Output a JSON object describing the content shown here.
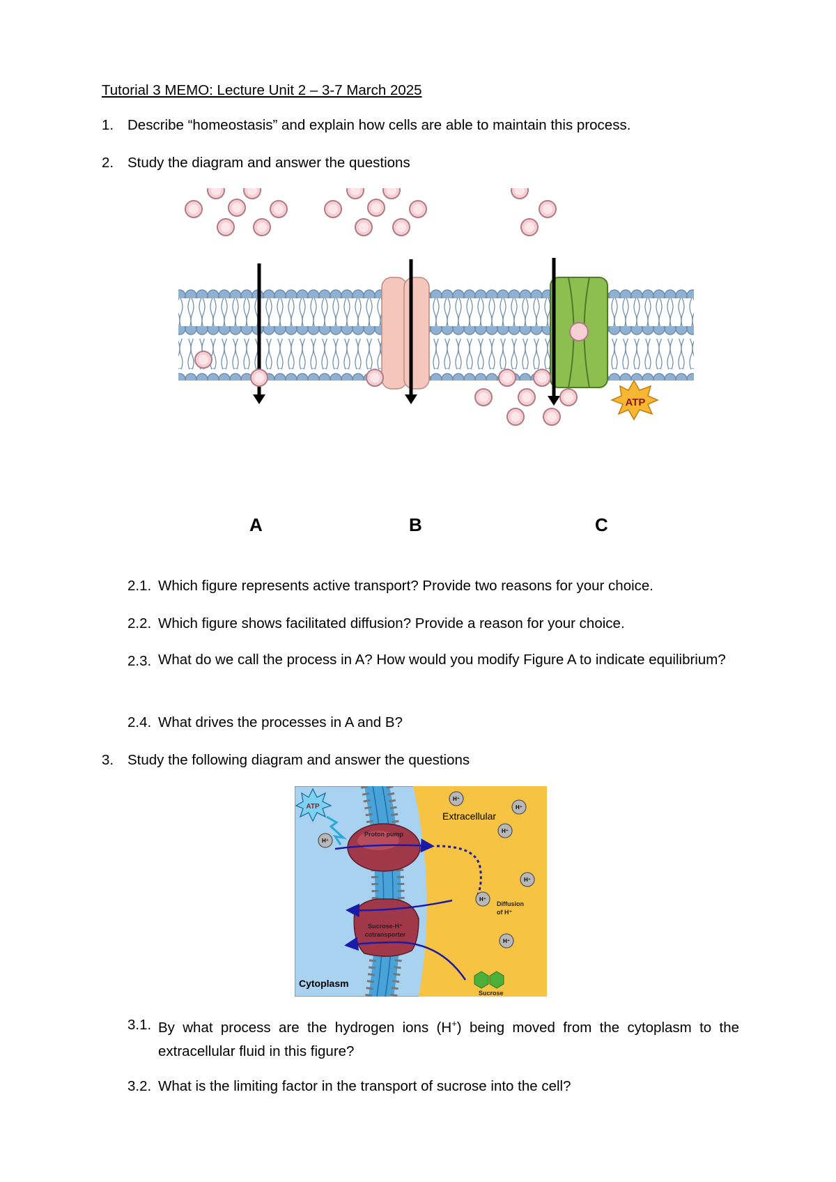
{
  "title": "Tutorial 3 MEMO: Lecture Unit 2 – 3-7 March 2025",
  "questions": [
    {
      "num": "1.",
      "text": "Describe “homeostasis” and explain how cells are able to maintain this process."
    },
    {
      "num": "2.",
      "text": "Study the diagram and answer the questions"
    },
    {
      "num": "3.",
      "text": "Study the following diagram and answer the questions"
    }
  ],
  "figure1": {
    "labels": [
      "A",
      "B",
      "C"
    ],
    "atp": "ATP"
  },
  "sub2": [
    {
      "num": "2.1.",
      "text": "Which figure represents active transport? Provide two reasons for your choice."
    },
    {
      "num": "2.2.",
      "text": "Which figure shows facilitated diffusion? Provide a reason for your choice."
    },
    {
      "num": "2.3.",
      "text": "What do we call the process in A? How would you modify Figure A to indicate equilibrium?"
    },
    {
      "num": "2.4.",
      "text": "What drives the processes in A and B?"
    }
  ],
  "figure2": {
    "atp": "ATP",
    "hplus": "H⁺",
    "extracellular": "Extracellular",
    "cytoplasm": "Cytoplasm",
    "proton_pump": "Proton pump",
    "cotransporter_l1": "Sucrose-H⁺",
    "cotransporter_l2": "cotransporter",
    "diffusion_l1": "Diffusion",
    "diffusion_l2": "of H⁺",
    "sucrose": "Sucrose"
  },
  "sub3": [
    {
      "num": "3.1.",
      "text_pre": "By what process are the hydrogen ions (H",
      "sup": "+",
      "text_post": ") being moved from the cytoplasm to the extracellular fluid in this figure?"
    },
    {
      "num": "3.2.",
      "text": "What is the limiting factor in the transport of sucrose into the cell?"
    }
  ],
  "colors": {
    "lipid_head": "#8fb0d0",
    "channel_fill": "#f4c6bc",
    "pump_fill": "#8cbf4f",
    "particle_fill": "#f5cfd4",
    "extracellular_bg": "#f7c342",
    "cytoplasm_bg": "#a9d2f0"
  }
}
